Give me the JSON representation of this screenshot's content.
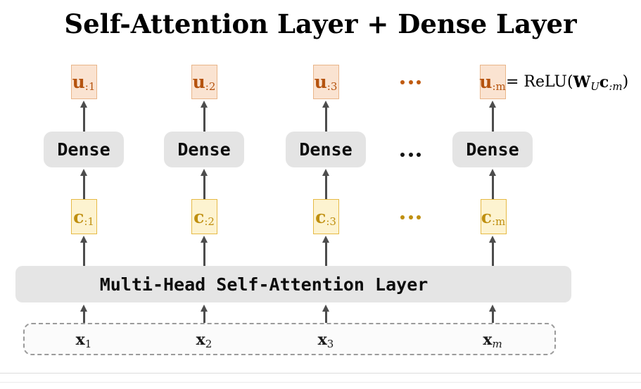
{
  "title": "Self-Attention Layer + Dense Layer",
  "diagram": {
    "columns": [
      {
        "u_main": "u",
        "u_sub": ":1",
        "dense": "Dense",
        "c_main": "c",
        "c_sub": ":1",
        "x_main": "x",
        "x_sub": "1"
      },
      {
        "u_main": "u",
        "u_sub": ":2",
        "dense": "Dense",
        "c_main": "c",
        "c_sub": ":2",
        "x_main": "x",
        "x_sub": "2"
      },
      {
        "u_main": "u",
        "u_sub": ":3",
        "dense": "Dense",
        "c_main": "c",
        "c_sub": ":3",
        "x_main": "x",
        "x_sub": "3"
      },
      {
        "u_main": "u",
        "u_sub": ":m",
        "dense": "Dense",
        "c_main": "c",
        "c_sub": ":m",
        "x_main": "x",
        "x_sub": "m"
      }
    ],
    "attention_bar_label": "Multi-Head Self-Attention Layer",
    "equation": {
      "prefix": "= ReLU(",
      "w": "W",
      "w_sub": "U",
      "c": "c",
      "c_sub": ":m",
      "suffix": ")"
    },
    "ellipsis": "⋯",
    "colors": {
      "u_box_fill": "#fae3d1",
      "u_box_border": "#e9b589",
      "u_text": "#b5530e",
      "c_box_fill": "#fdf3d0",
      "c_box_border": "#e6ba45",
      "c_text": "#bf8f10",
      "layer_box_fill": "#e5e5e5",
      "arrow": "#4d4d4d",
      "ellipsis_orange": "#c05a10",
      "ellipsis_gold": "#bf8f10",
      "ellipsis_black": "#151515",
      "dashed_border": "#9b9b9b"
    }
  }
}
